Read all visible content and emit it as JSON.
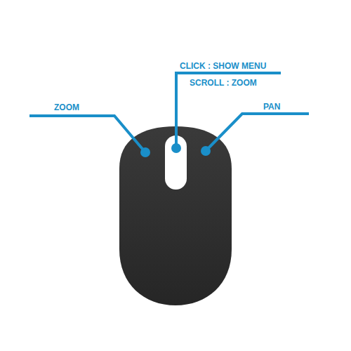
{
  "diagram": {
    "labels": [
      "ZOOM",
      "CLICK : SHOW MENU",
      "SCROLL : ZOOM",
      "PAN"
    ]
  }
}
